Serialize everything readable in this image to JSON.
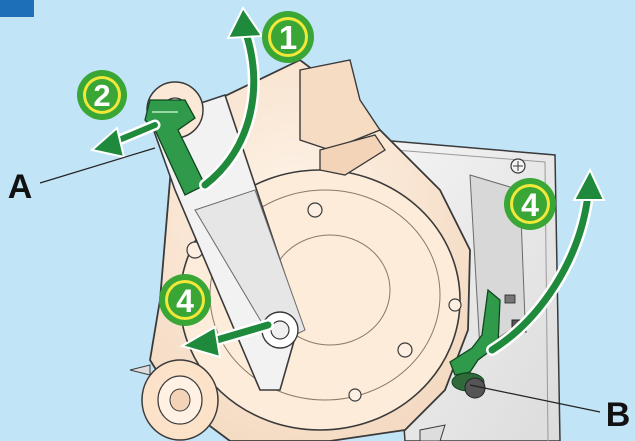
{
  "steps": {
    "one": "1",
    "two": "2",
    "four_left": "4",
    "four_right": "4"
  },
  "callouts": {
    "a": "A",
    "b": "B"
  },
  "colors": {
    "background": "#c2e4f7",
    "housing": "#fbe8d6",
    "outline": "#3a3a3a",
    "arrow_green": "#1f8a3c",
    "badge_green": "#3aa635",
    "badge_inner": "#f2e83a",
    "plate": "#ececec",
    "corner_tab": "#1d6fb8"
  },
  "icons": [
    "curved-arrow-icon",
    "straight-arrow-icon",
    "lever-icon",
    "clip-icon",
    "screw-icon"
  ]
}
